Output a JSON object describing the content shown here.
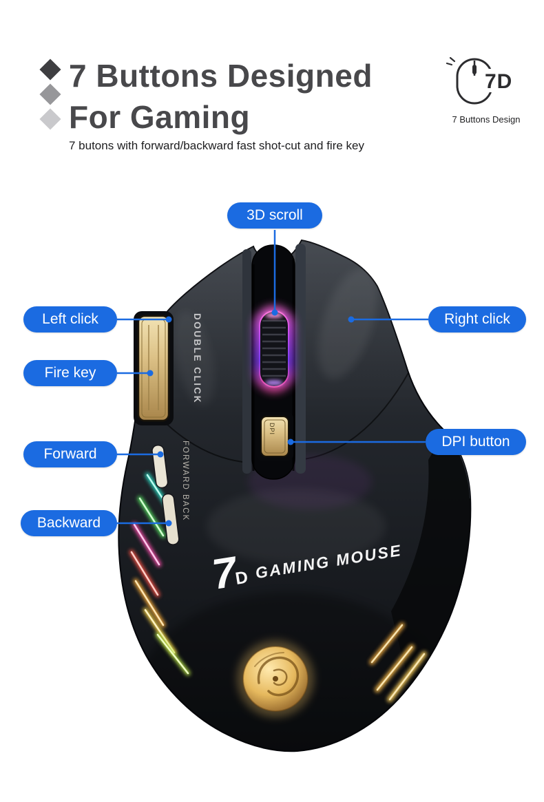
{
  "header": {
    "title_line1": "7 Buttons Designed",
    "title_line2": "For Gaming",
    "subtitle": "7 butons with forward/backward fast shot-cut and fire key"
  },
  "badge": {
    "text": "7D",
    "caption": "7 Buttons Design"
  },
  "callouts": {
    "scroll": "3D scroll",
    "left_click": "Left click",
    "right_click": "Right click",
    "fire_key": "Fire key",
    "dpi": "DPI button",
    "forward": "Forward",
    "backward": "Backward"
  },
  "mouse": {
    "print_double_click": "DOUBLE CLICK",
    "print_forward_back": "FORWARD BACK",
    "dpi_key_label": "DPI",
    "brand_numeral": "7",
    "brand_letter": "D",
    "brand_text": "GAMING MOUSE"
  },
  "colors": {
    "accent_blue": "#1b6be1",
    "heading_gray": "#48484b",
    "diamond_1": "#3e3e41",
    "diamond_2": "#97979a",
    "diamond_3": "#c9c9cc",
    "gold": "#d9bd82",
    "rgb_glow": "#c44df0"
  }
}
